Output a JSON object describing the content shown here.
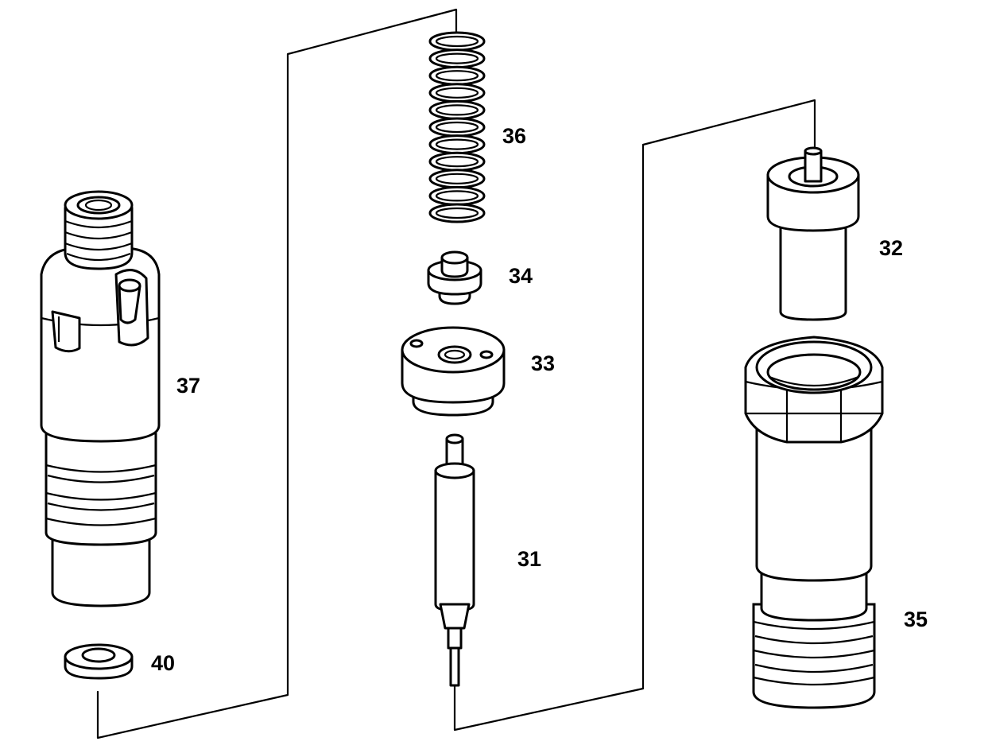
{
  "diagram": {
    "labels": {
      "p31": "31",
      "p32": "32",
      "p33": "33",
      "p34": "34",
      "p35": "35",
      "p36": "36",
      "p37": "37",
      "p40": "40"
    }
  }
}
